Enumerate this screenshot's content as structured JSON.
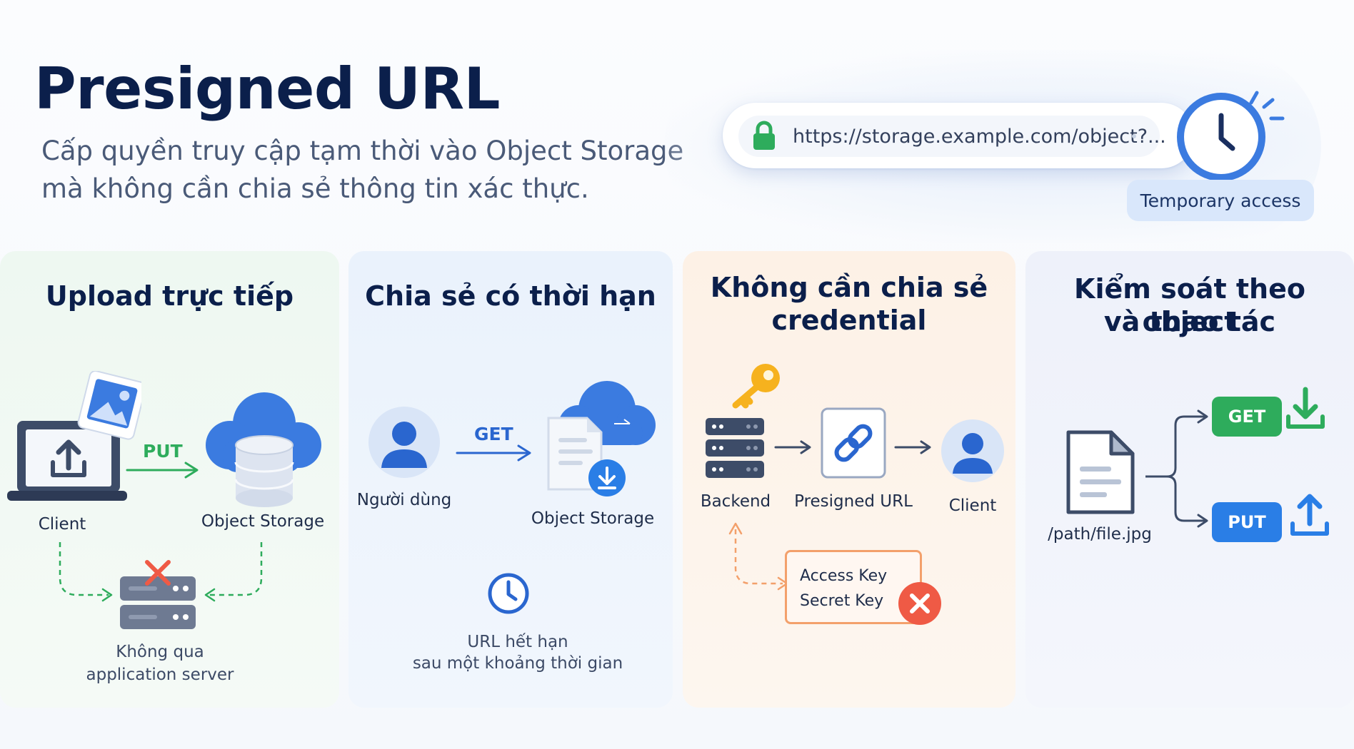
{
  "header": {
    "title": "Presigned URL",
    "subtitle_line1": "Cấp quyền truy cập tạm thời vào Object Storage",
    "subtitle_line2": "mà không cần chia sẻ thông tin xác thực.",
    "url_text": "https://storage.example.com/object?...",
    "temporary_badge": "Temporary access"
  },
  "panels": [
    {
      "title": "Upload trực tiếp",
      "client_label": "Client",
      "verb": "PUT",
      "storage_label": "Object Storage",
      "bypass_line1": "Không qua",
      "bypass_line2": "application server"
    },
    {
      "title": "Chia sẻ có thời hạn",
      "user_label": "Người dùng",
      "verb": "GET",
      "storage_label": "Object Storage",
      "expiry_line1": "URL hết hạn",
      "expiry_line2": "sau một khoảng thời gian"
    },
    {
      "title_line1": "Không cần chia sẻ",
      "title_line2": "credential",
      "backend_label": "Backend",
      "presigned_label": "Presigned URL",
      "client_label": "Client",
      "access_key": "Access Key",
      "secret_key": "Secret Key"
    },
    {
      "title_line1": "Kiểm soát theo object",
      "title_line2": "và thao tác",
      "file_path": "/path/file.jpg",
      "get_label": "GET",
      "put_label": "PUT"
    }
  ],
  "colors": {
    "navy": "#0b1f4b",
    "blue": "#2a7ee6",
    "green": "#2eac5c",
    "orange": "#f3a06b",
    "red": "#ef5a45"
  }
}
